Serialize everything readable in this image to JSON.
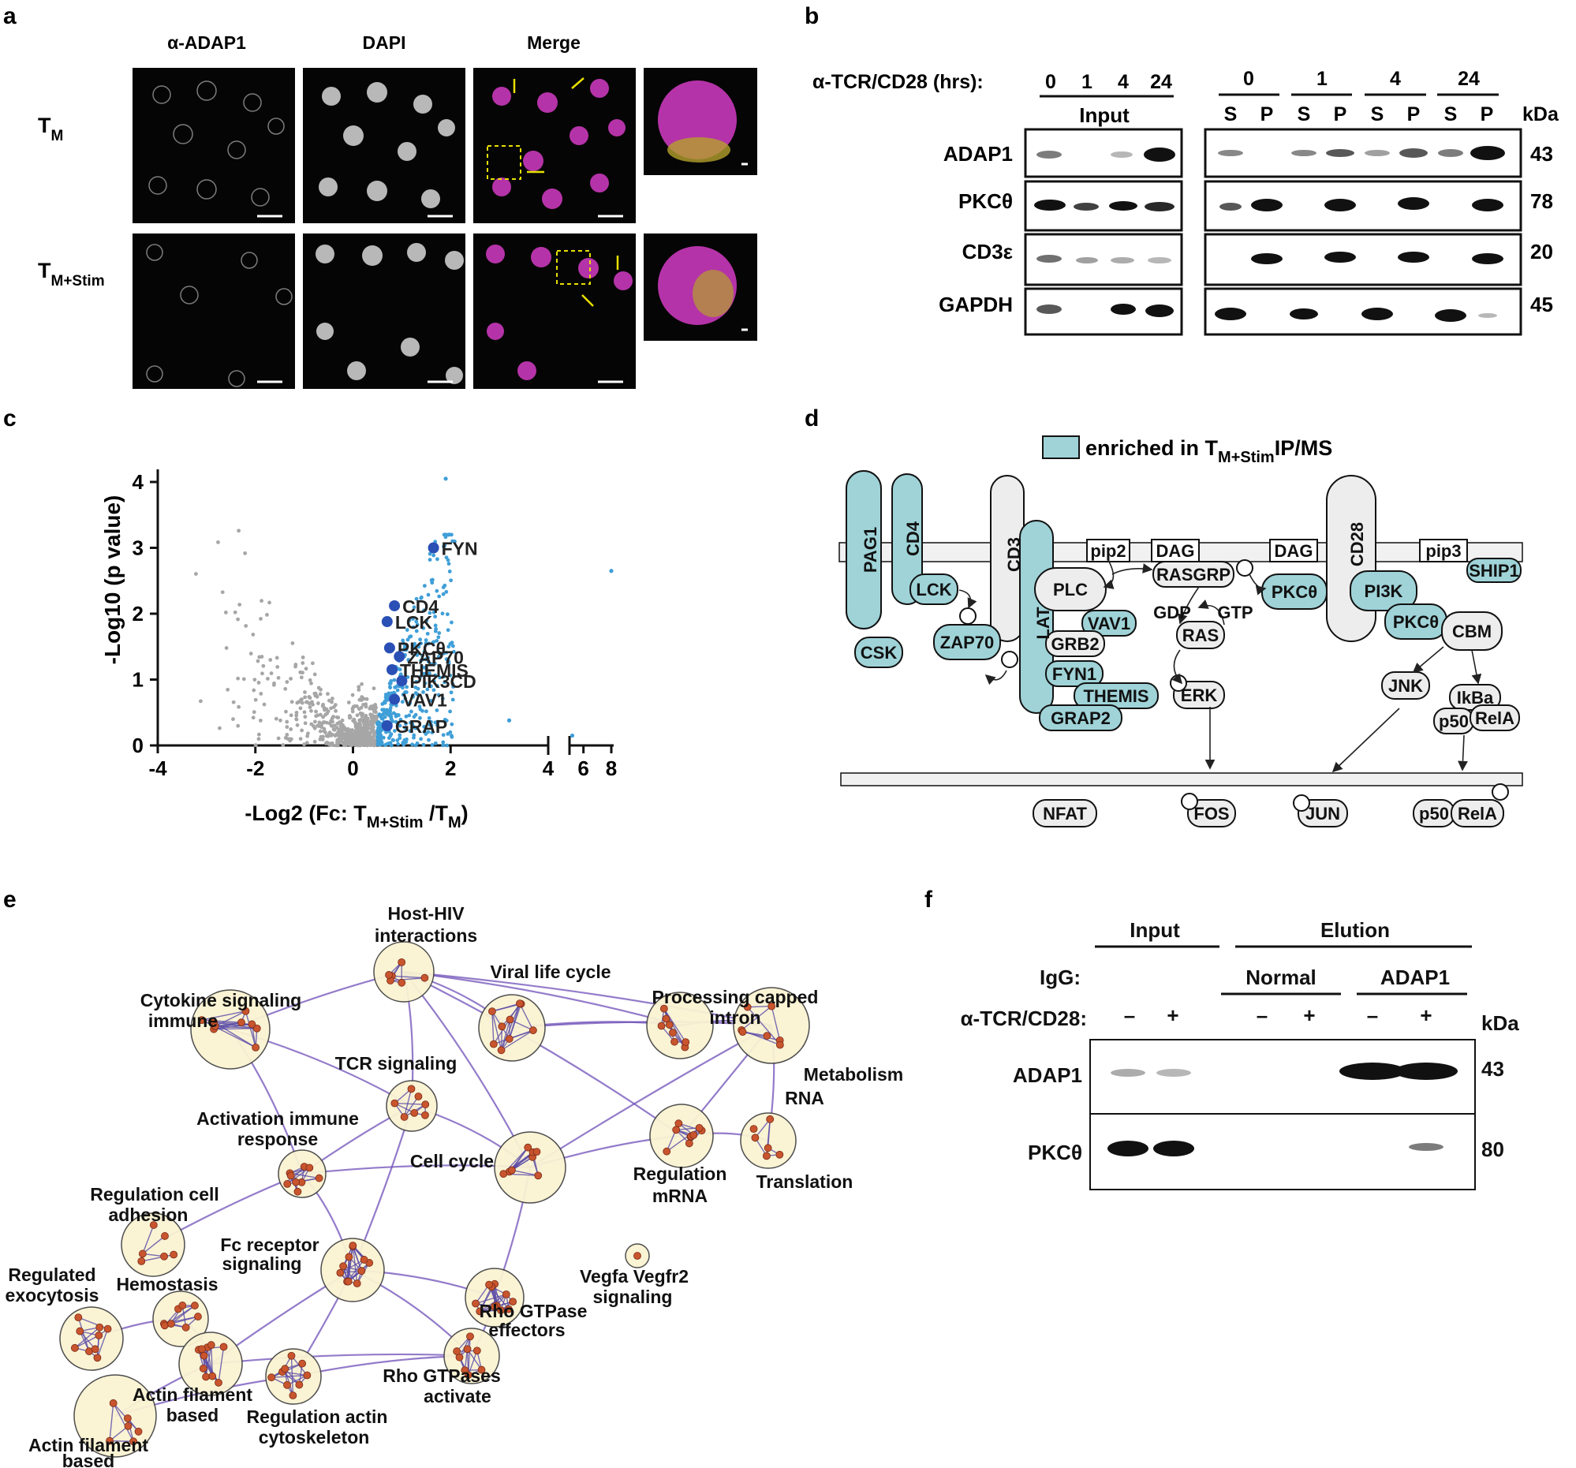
{
  "panel_a": {
    "label": "a",
    "columns": [
      "α-ADAP1",
      "DAPI",
      "Merge"
    ],
    "row1_main": "T",
    "row1_sub": "M",
    "row2_main": "T",
    "row2_sub": "M+Stim"
  },
  "panel_b": {
    "label": "b",
    "stim_label": "α-TCR/CD28 (hrs):",
    "input_times": [
      "0",
      "1",
      "4",
      "24"
    ],
    "input_label": "Input",
    "sp_times": [
      "0",
      "1",
      "4",
      "24"
    ],
    "sp_labels": [
      "S",
      "P",
      "S",
      "P",
      "S",
      "P",
      "S",
      "P"
    ],
    "kda_label": "kDa",
    "proteins": [
      "ADAP1",
      "PKCθ",
      "CD3ε",
      "GAPDH"
    ],
    "kda_values": [
      "43",
      "78",
      "20",
      "45"
    ]
  },
  "panel_c": {
    "label": "c",
    "ylabel": "-Log10 (p value)",
    "xlabel_main": "-Log2 (Fc: T",
    "xlabel_sub1": "M+Stim",
    "xlabel_mid": " /T",
    "xlabel_sub2": "M",
    "xlabel_end": ")",
    "y_ticks": [
      "0",
      "1",
      "2",
      "3",
      "4"
    ],
    "x_ticks": [
      "-4",
      "-2",
      "0",
      "2",
      "4",
      "6",
      "8"
    ],
    "colors": {
      "grey": "#a6a6a6",
      "light_blue": "#3f9fd8",
      "dark_blue": "#2a4fb5"
    },
    "labeled_points": [
      {
        "name": "FYN",
        "x": 1.65,
        "y": 3.0
      },
      {
        "name": "CD4",
        "x": 0.85,
        "y": 2.12
      },
      {
        "name": "LCK",
        "x": 0.7,
        "y": 1.88
      },
      {
        "name": "PKCθ",
        "x": 0.75,
        "y": 1.48
      },
      {
        "name": "ZAP70",
        "x": 0.95,
        "y": 1.35
      },
      {
        "name": "THEMIS",
        "x": 0.8,
        "y": 1.15
      },
      {
        "name": "PIK3CD",
        "x": 1.0,
        "y": 0.98
      },
      {
        "name": "VAV1",
        "x": 0.85,
        "y": 0.7
      },
      {
        "name": "GRAP",
        "x": 0.7,
        "y": 0.3
      }
    ]
  },
  "panel_d": {
    "label": "d",
    "legend_main": "enriched in T",
    "legend_sub": "M+Stim",
    "legend_end": "IP/MS",
    "legend_color": "#9fd3d8",
    "nodes": {
      "pag1": "PAG1",
      "cd4": "CD4",
      "cd3": "CD3",
      "lat": "LAT",
      "cd28": "CD28",
      "pip2": "pip2",
      "dag1": "DAG",
      "dag2": "DAG",
      "pip3": "pip3",
      "ship1": "SHIP1",
      "lck": "LCK",
      "csk": "CSK",
      "zap70": "ZAP70",
      "plc": "PLC",
      "vav1": "VAV1",
      "grb2": "GRB2",
      "fyn1": "FYN1",
      "themis": "THEMIS",
      "grap2": "GRAP2",
      "rasgrp": "RASGRP",
      "gdp": "GDP",
      "gtp": "GTP",
      "ras": "RAS",
      "erk": "ERK",
      "pkc1": "PKCθ",
      "pi3k": "PI3K",
      "pkc2": "PKCθ",
      "cbm": "CBM",
      "jnk": "JNK",
      "ikba": "IkBa",
      "p50a": "p50",
      "rela1": "RelA",
      "nfat": "NFAT",
      "fos": "FOS",
      "jun": "JUN",
      "p50b": "p50",
      "rela2": "RelA"
    }
  },
  "panel_e": {
    "label": "e",
    "clusters": [
      "Host-HIV interactions",
      "Viral life cycle",
      "Cytokine signaling immune",
      "Processing capped intron",
      "TCR signaling",
      "Metabolism RNA",
      "Activation immune response",
      "Cell cycle",
      "Regulation mRNA",
      "Translation",
      "Regulation cell adhesion",
      "Fc receptor signaling",
      "Vegfa Vegfr2 signaling",
      "Regulated exocytosis",
      "Hemostasis",
      "Rho GTPase effectors",
      "Actin filament based",
      "Rho GTPases activate",
      "Regulation actin cytoskeleton",
      "Actin filament based"
    ]
  },
  "panel_f": {
    "label": "f",
    "input_label": "Input",
    "elution_label": "Elution",
    "igg_label": "IgG:",
    "normal_label": "Normal",
    "adap1_igg_label": "ADAP1",
    "stim_label": "α-TCR/CD28:",
    "signs": [
      "–",
      "+",
      "–",
      "+",
      "–",
      "+"
    ],
    "kda_label": "kDa",
    "proteins": [
      "ADAP1",
      "PKCθ"
    ],
    "kda_values": [
      "43",
      "80"
    ]
  }
}
